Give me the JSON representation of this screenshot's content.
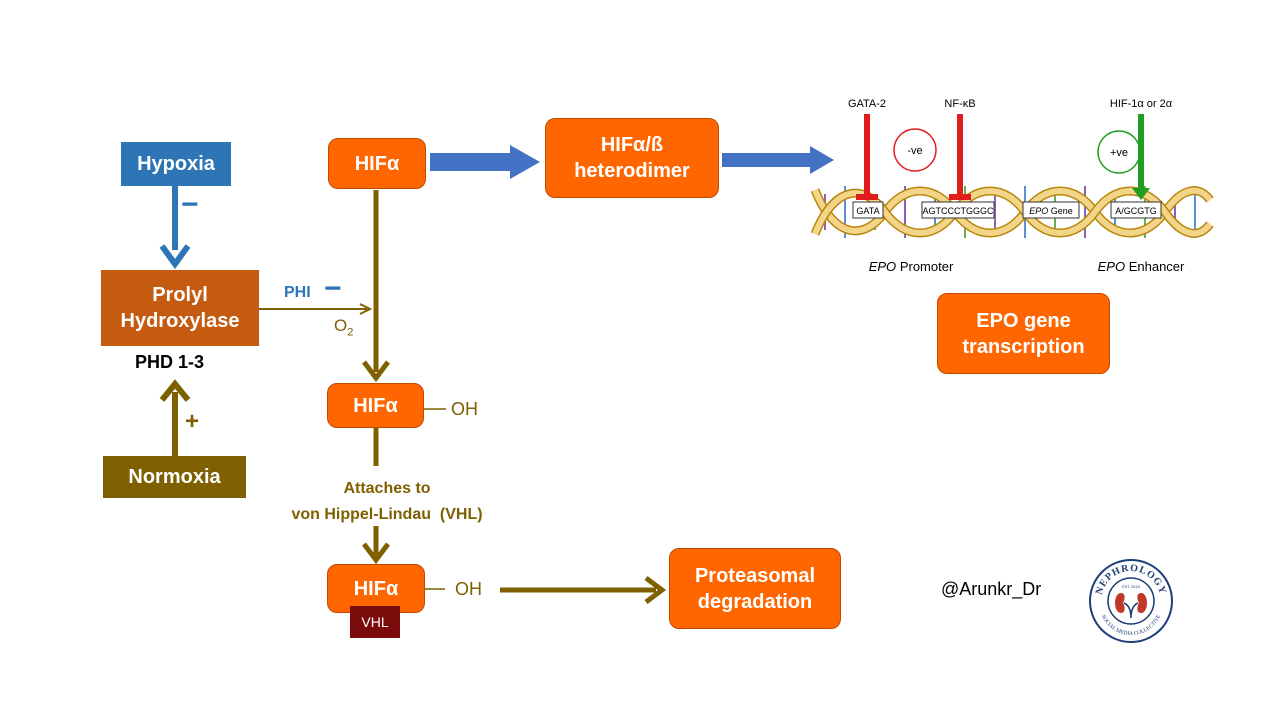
{
  "nodes": {
    "hypoxia": "Hypoxia",
    "prolyl_line1": "Prolyl",
    "prolyl_line2": "Hydroxylase",
    "phd": "PHD 1-3",
    "normoxia": "Normoxia",
    "hif_top": "HIFα",
    "heterodimer_line1": "HIFα/ß",
    "heterodimer_line2": "heterodimer",
    "hif_oh": "HIFα",
    "hif_vhl": "HIFα",
    "vhl_tag": "VHL",
    "proteasomal_line1": "Proteasomal",
    "proteasomal_line2": "degradation",
    "epo_line1": "EPO gene",
    "epo_line2": "transcription"
  },
  "labels": {
    "minus_hypoxia": "−",
    "plus_normoxia": "+",
    "phi": "PHI",
    "phi_minus": "−",
    "o2_base": "O",
    "o2_sub": "2",
    "oh_1": "OH",
    "oh_2": "OH",
    "attaches_line1": "Attaches to",
    "attaches_line2": "von Hippel-Lindau  (VHL)",
    "handle": "@Arunkr_Dr"
  },
  "dna": {
    "gata2": "GATA-2",
    "nfkb": "NF-κB",
    "hif": "HIF-1α or 2α",
    "neg": "-ve",
    "pos": "+ve",
    "gata": "GATA",
    "seq1": "AGTCCCTGGGC",
    "epo_gene_italic": "EPO",
    "epo_gene_rest": "Gene",
    "seq2": "A/GCGTG",
    "promoter_italic": "EPO",
    "promoter_rest": "Promoter",
    "enhancer_italic": "EPO",
    "enhancer_rest": "Enhancer"
  },
  "logo": {
    "top_text": "NEPHROLOGY",
    "bottom_text": "SOCIAL MEDIA COLLECTIVE",
    "est": "EST 2015"
  },
  "colors": {
    "orange": "#ff6600",
    "blue": "#2e75b6",
    "rust": "#c55a11",
    "olive": "#7f6000",
    "maroon": "#7b0b0b",
    "arrow_blue": "#4472c4"
  }
}
